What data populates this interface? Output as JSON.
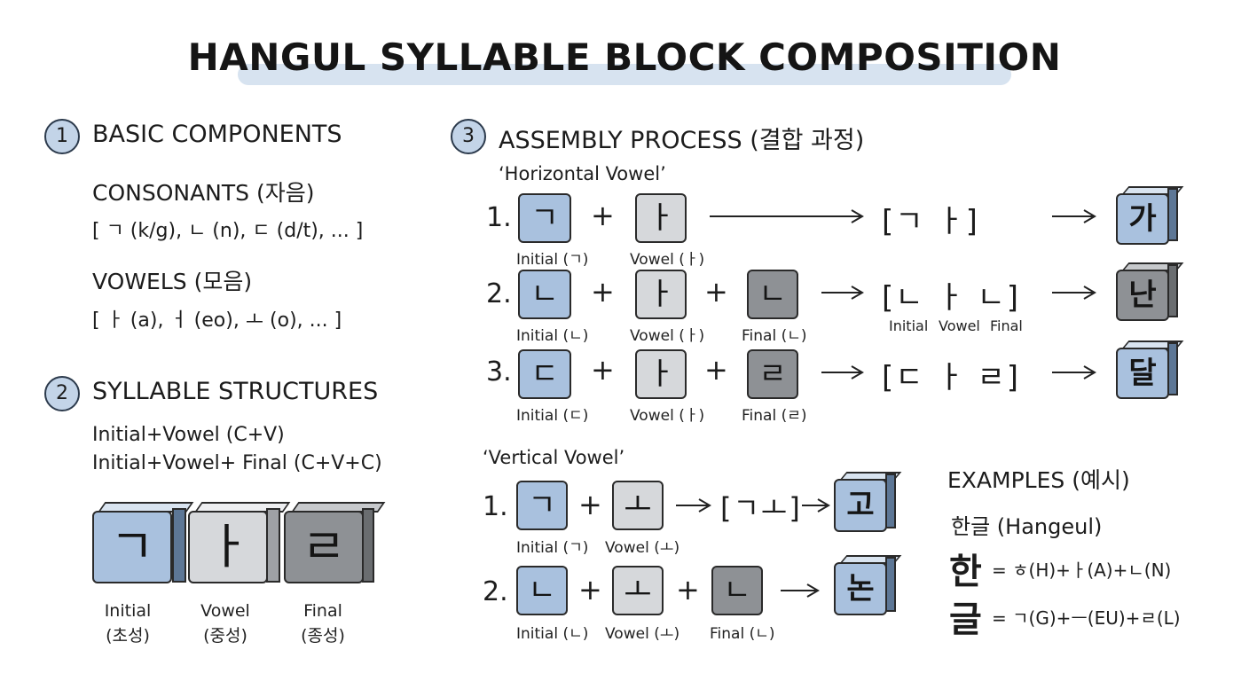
{
  "title": "HANGUL SYLLABLE BLOCK COMPOSITION",
  "sec1": {
    "num": "1",
    "heading": "BASIC COMPONENTS",
    "consonants_heading": "CONSONANTS (자음)",
    "consonants_list": "[ ㄱ (k/g), ㄴ (n), ㄷ (d/t), ... ]",
    "vowels_heading": "VOWELS (모음)",
    "vowels_list": "[ ㅏ (a), ㅓ (eo), ㅗ (o), ... ]"
  },
  "sec2": {
    "num": "2",
    "heading": "SYLLABLE STRUCTURES",
    "line1": "Initial+Vowel (C+V)",
    "line2": "Initial+Vowel+ Final (C+V+C)",
    "blocks": [
      {
        "glyph": "ㄱ",
        "label1": "Initial",
        "label2": "(초성)"
      },
      {
        "glyph": "ㅏ",
        "label1": "Vowel",
        "label2": "(중성)"
      },
      {
        "glyph": "ㄹ",
        "label1": "Final",
        "label2": "(종성)"
      }
    ]
  },
  "sec3": {
    "num": "3",
    "heading": "ASSEMBLY PROCESS (결합 과정)",
    "horizontal_heading": "‘Horizontal Vowel’",
    "vertical_heading": "‘Vertical Vowel’",
    "h_rows": [
      {
        "num": "1.",
        "t1": "ㄱ",
        "l1": "Initial (ㄱ)",
        "plus1": "+",
        "t2": "ㅏ",
        "l2": "Vowel (ㅏ)",
        "bracket": "[ㄱ   ㅏ]",
        "result": "가"
      },
      {
        "num": "2.",
        "t1": "ㄴ",
        "l1": "Initial (ㄴ)",
        "plus1": "+",
        "t2": "ㅏ",
        "l2": "Vowel (ㅏ)",
        "plus2": "+",
        "t3": "ㄴ",
        "l3": "Final (ㄴ)",
        "bracket": "[ㄴ ㅏ ㄴ]",
        "sub_initial": "Initial",
        "sub_vowel": "Vowel",
        "sub_final": "Final",
        "result": "난"
      },
      {
        "num": "3.",
        "t1": "ㄷ",
        "l1": "Initial (ㄷ)",
        "plus1": "+",
        "t2": "ㅏ",
        "l2": "Vowel (ㅏ)",
        "plus2": "+",
        "t3": "ㄹ",
        "l3": "Final (ㄹ)",
        "bracket": "[ㄷ ㅏ ㄹ]",
        "result": "달"
      }
    ],
    "v_rows": [
      {
        "num": "1.",
        "t1": "ㄱ",
        "l1": "Initial (ㄱ)",
        "plus1": "+",
        "t2": "ㅗ",
        "l2": "Vowel (ㅗ)",
        "bracket": "[ㄱㅗ]",
        "result": "고"
      },
      {
        "num": "2.",
        "t1": "ㄴ",
        "l1": "Initial (ㄴ)",
        "plus1": "+",
        "t2": "ㅗ",
        "l2": "Vowel (ㅗ)",
        "plus2": "+",
        "t3": "ㄴ",
        "l3": "Final (ㄴ)",
        "result": "논"
      }
    ],
    "arrow": "→"
  },
  "examples": {
    "heading": "EXAMPLES (예시)",
    "word": "한글 (Hangeul)",
    "ex1_char": "한",
    "ex1_formula": "= ㅎ(H)+ㅏ(A)+ㄴ(N)",
    "ex2_char": "글",
    "ex2_formula": "= ㄱ(G)+ㅡ(EU)+ㄹ(L)"
  },
  "colors": {
    "initial_blue": "#a9c1de",
    "vowel_light_gray": "#d6d8db",
    "final_dark_gray": "#8e9195",
    "title_highlight": "#d7e3f0"
  }
}
